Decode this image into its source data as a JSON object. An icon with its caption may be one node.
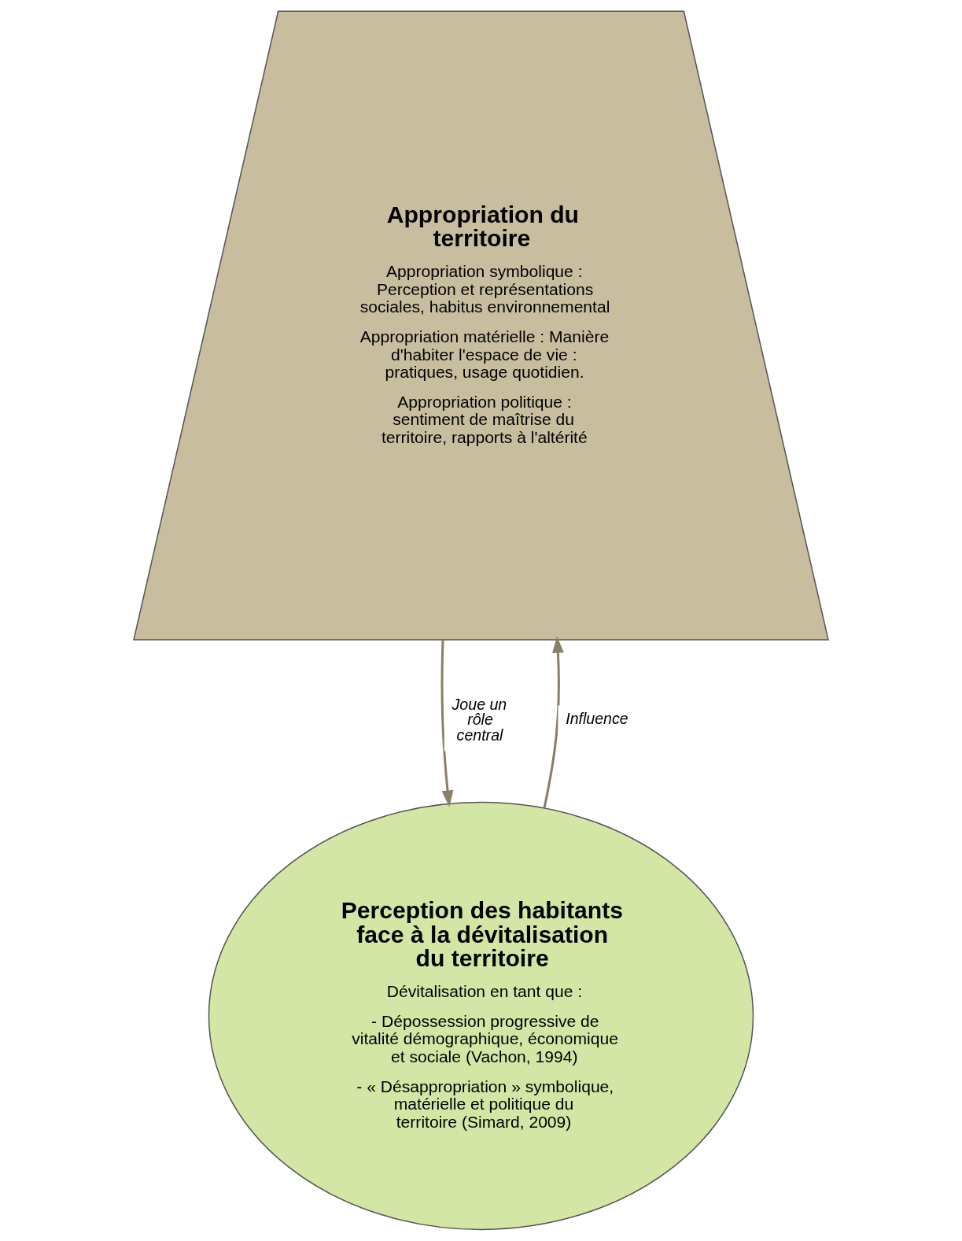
{
  "diagram": {
    "nodes": [
      {
        "text": [
          "Appropriation du territoire",
          "Appropriation symbolique : Perception et représentations sociales, habitus environnemental",
          "Appropriation matérielle : Manière d'habiter l'espace de vie : pratiques, usage quotidien.",
          "Appropriation politique : sentiment de maîtrise du territoire, rapports à l'altérité"
        ]
      },
      {
        "text": [
          "Perception des habitants face à la dévitalisation du territoire",
          "Dévitalisation en tant que :",
          "- Dépossession progressive de vitalité démographique, économique et sociale (Vachon, 1994)",
          "- « Désappropriation » symbolique, matérielle et politique du territoire (Simard, 2009)"
        ]
      }
    ],
    "edges": [
      {
        "from": 0,
        "to": 1,
        "arrow": "to",
        "label": "Joue un rôle central"
      },
      {
        "from": 1,
        "to": 0,
        "arrow": "to",
        "label": "Influence"
      }
    ]
  }
}
